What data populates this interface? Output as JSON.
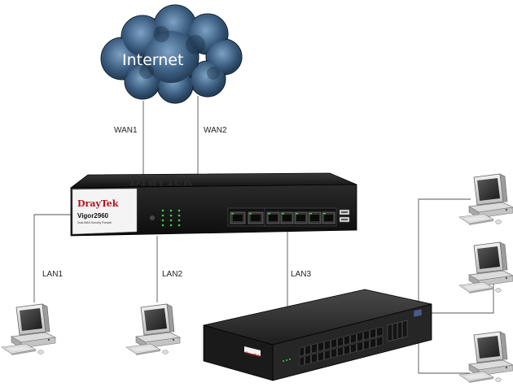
{
  "cloud": {
    "label": "Internet"
  },
  "links": {
    "wan1": "WAN1",
    "wan2": "WAN2",
    "lan1": "LAN1",
    "lan2": "LAN2",
    "lan3": "LAN3"
  },
  "router": {
    "brand": "DrayTek",
    "model": "Vigor2960",
    "subtitle": "Dual-WAN Security Firewall",
    "top_logo": "DrayTek"
  },
  "switch": {
    "brand": "DrayTek"
  },
  "colors": {
    "cloud_dark": "#1f3550",
    "cloud_light": "#6e93b5",
    "router_body": "#1c1c1c",
    "switch_body": "#2a2a2a",
    "line": "#555555"
  }
}
